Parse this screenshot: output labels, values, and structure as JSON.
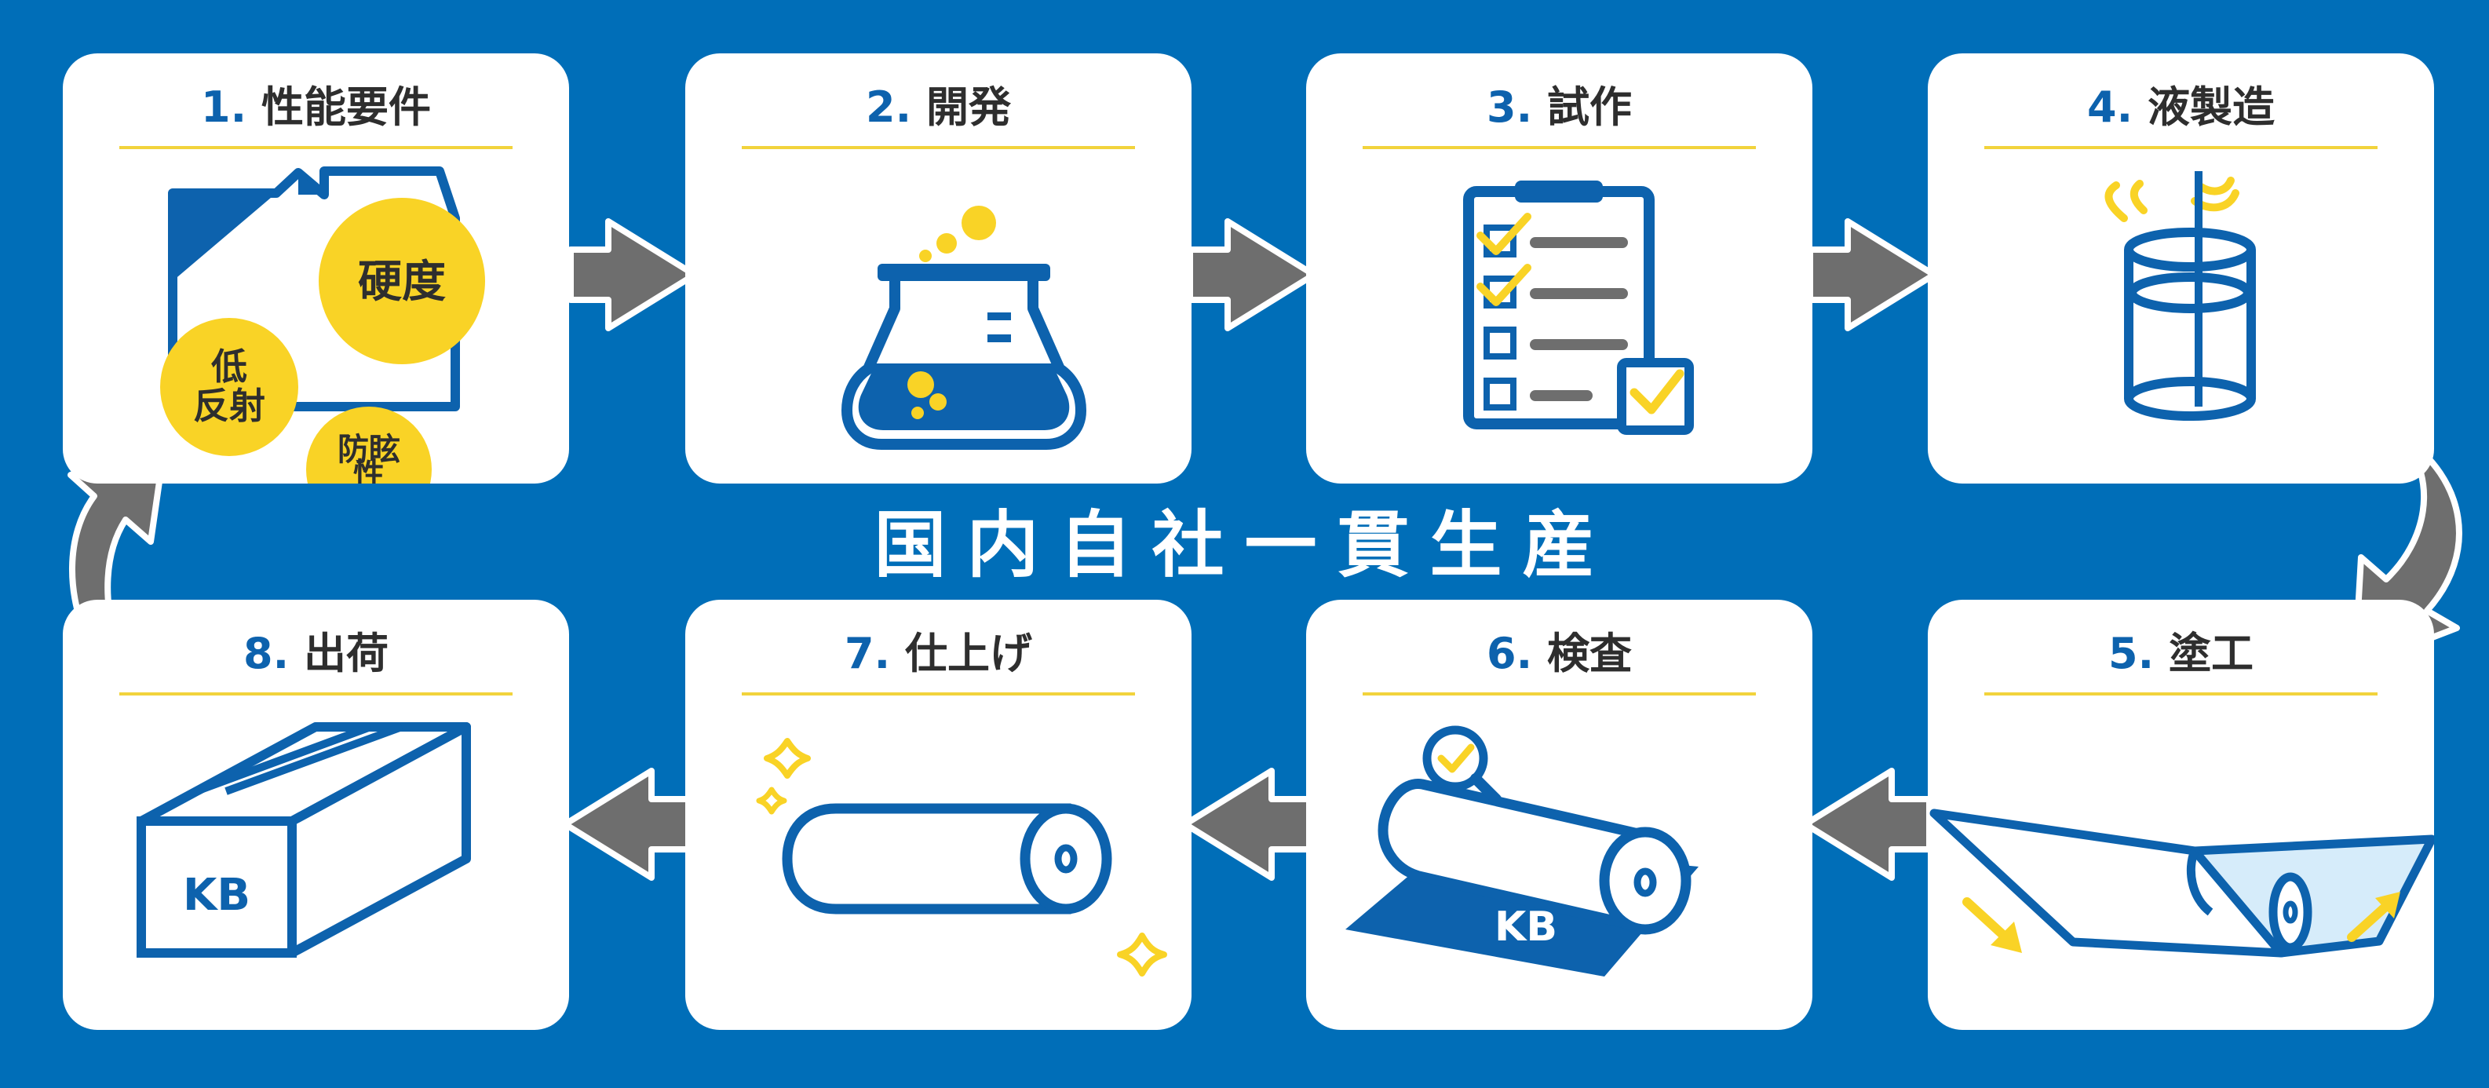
{
  "center_title": "国内自社一貫生産",
  "steps": [
    {
      "num": "1.",
      "label": "性能要件"
    },
    {
      "num": "2.",
      "label": "開発"
    },
    {
      "num": "3.",
      "label": "試作"
    },
    {
      "num": "4.",
      "label": "液製造"
    },
    {
      "num": "5.",
      "label": "塗工"
    },
    {
      "num": "6.",
      "label": "検査"
    },
    {
      "num": "7.",
      "label": "仕上げ"
    },
    {
      "num": "8.",
      "label": "出荷"
    }
  ],
  "requirements": {
    "hardness": "硬度",
    "low_reflection_1": "低",
    "low_reflection_2": "反射",
    "anti_glare_1": "防眩",
    "anti_glare_2": "性"
  },
  "brand": "KB",
  "colors": {
    "background": "#006eb8",
    "card": "#ffffff",
    "primary_blue": "#0d62ad",
    "accent_yellow": "#f9d326",
    "arrow_gray": "#6e6e6e"
  }
}
